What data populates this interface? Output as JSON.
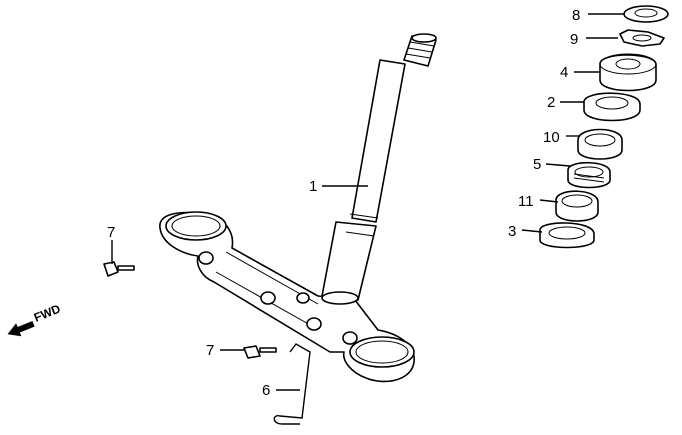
{
  "callouts": {
    "c1": "1",
    "c2": "2",
    "c3": "3",
    "c4": "4",
    "c5": "5",
    "c6": "6",
    "c7a": "7",
    "c7b": "7",
    "c8": "8",
    "c9": "9",
    "c10": "10",
    "c11": "11"
  },
  "direction_label": "FWD",
  "icons": {
    "forward_arrow": "arrow-left-down-icon"
  },
  "colors": {
    "ink": "#000000",
    "paper": "#ffffff"
  }
}
